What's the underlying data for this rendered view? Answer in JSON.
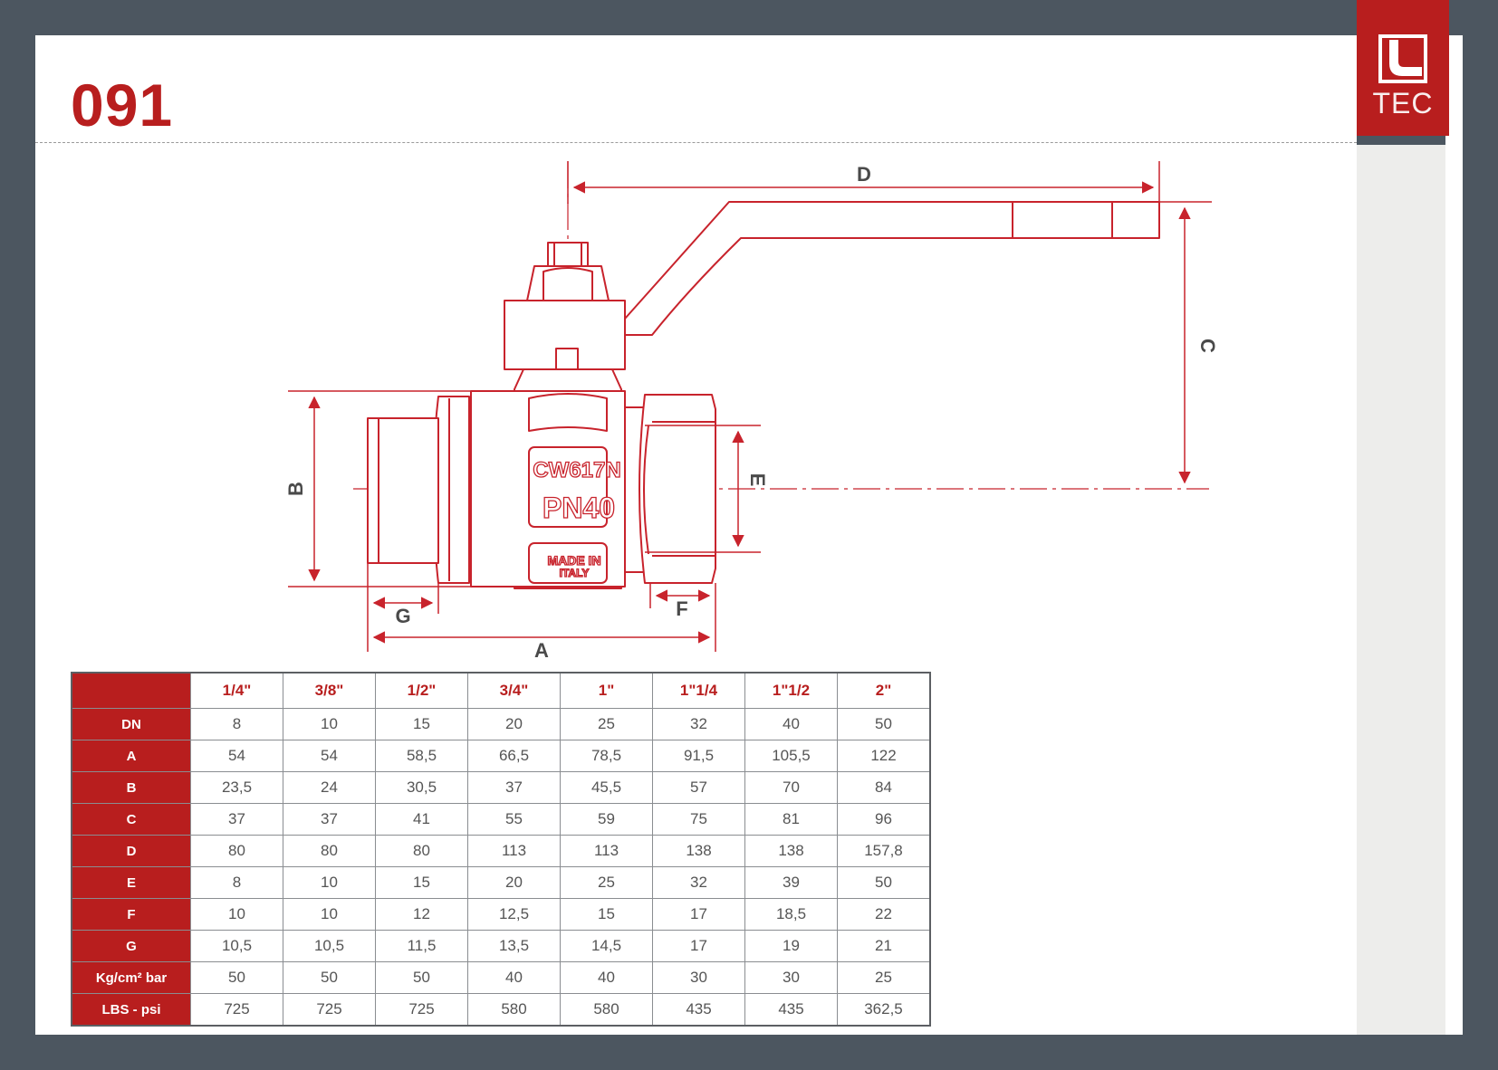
{
  "document": {
    "product_code": "091",
    "logo": {
      "text": "TEC"
    }
  },
  "drawing": {
    "dimension_labels": {
      "a": "A",
      "b": "B",
      "c": "C",
      "d": "D",
      "e": "E",
      "f": "F",
      "g": "G"
    },
    "body_marking": {
      "material": "CW617N",
      "pressure": "PN40",
      "origin_line1": "MADE IN",
      "origin_line2": "ITALY"
    }
  },
  "colors": {
    "brand_red": "#b81e1e",
    "frame": "#4c5660",
    "line_red": "#c8232c"
  },
  "table": {
    "columns": [
      "1/4\"",
      "3/8\"",
      "1/2\"",
      "3/4\"",
      "1\"",
      "1\"1/4",
      "1\"1/2",
      "2\""
    ],
    "rows": [
      {
        "label": "DN",
        "values": [
          "8",
          "10",
          "15",
          "20",
          "25",
          "32",
          "40",
          "50"
        ]
      },
      {
        "label": "A",
        "values": [
          "54",
          "54",
          "58,5",
          "66,5",
          "78,5",
          "91,5",
          "105,5",
          "122"
        ]
      },
      {
        "label": "B",
        "values": [
          "23,5",
          "24",
          "30,5",
          "37",
          "45,5",
          "57",
          "70",
          "84"
        ]
      },
      {
        "label": "C",
        "values": [
          "37",
          "37",
          "41",
          "55",
          "59",
          "75",
          "81",
          "96"
        ]
      },
      {
        "label": "D",
        "values": [
          "80",
          "80",
          "80",
          "113",
          "113",
          "138",
          "138",
          "157,8"
        ]
      },
      {
        "label": "E",
        "values": [
          "8",
          "10",
          "15",
          "20",
          "25",
          "32",
          "39",
          "50"
        ]
      },
      {
        "label": "F",
        "values": [
          "10",
          "10",
          "12",
          "12,5",
          "15",
          "17",
          "18,5",
          "22"
        ]
      },
      {
        "label": "G",
        "values": [
          "10,5",
          "10,5",
          "11,5",
          "13,5",
          "14,5",
          "17",
          "19",
          "21"
        ]
      },
      {
        "label": "Kg/cm² bar",
        "values": [
          "50",
          "50",
          "50",
          "40",
          "40",
          "30",
          "30",
          "25"
        ]
      },
      {
        "label": "LBS - psi",
        "values": [
          "725",
          "725",
          "725",
          "580",
          "580",
          "435",
          "435",
          "362,5"
        ]
      }
    ]
  }
}
